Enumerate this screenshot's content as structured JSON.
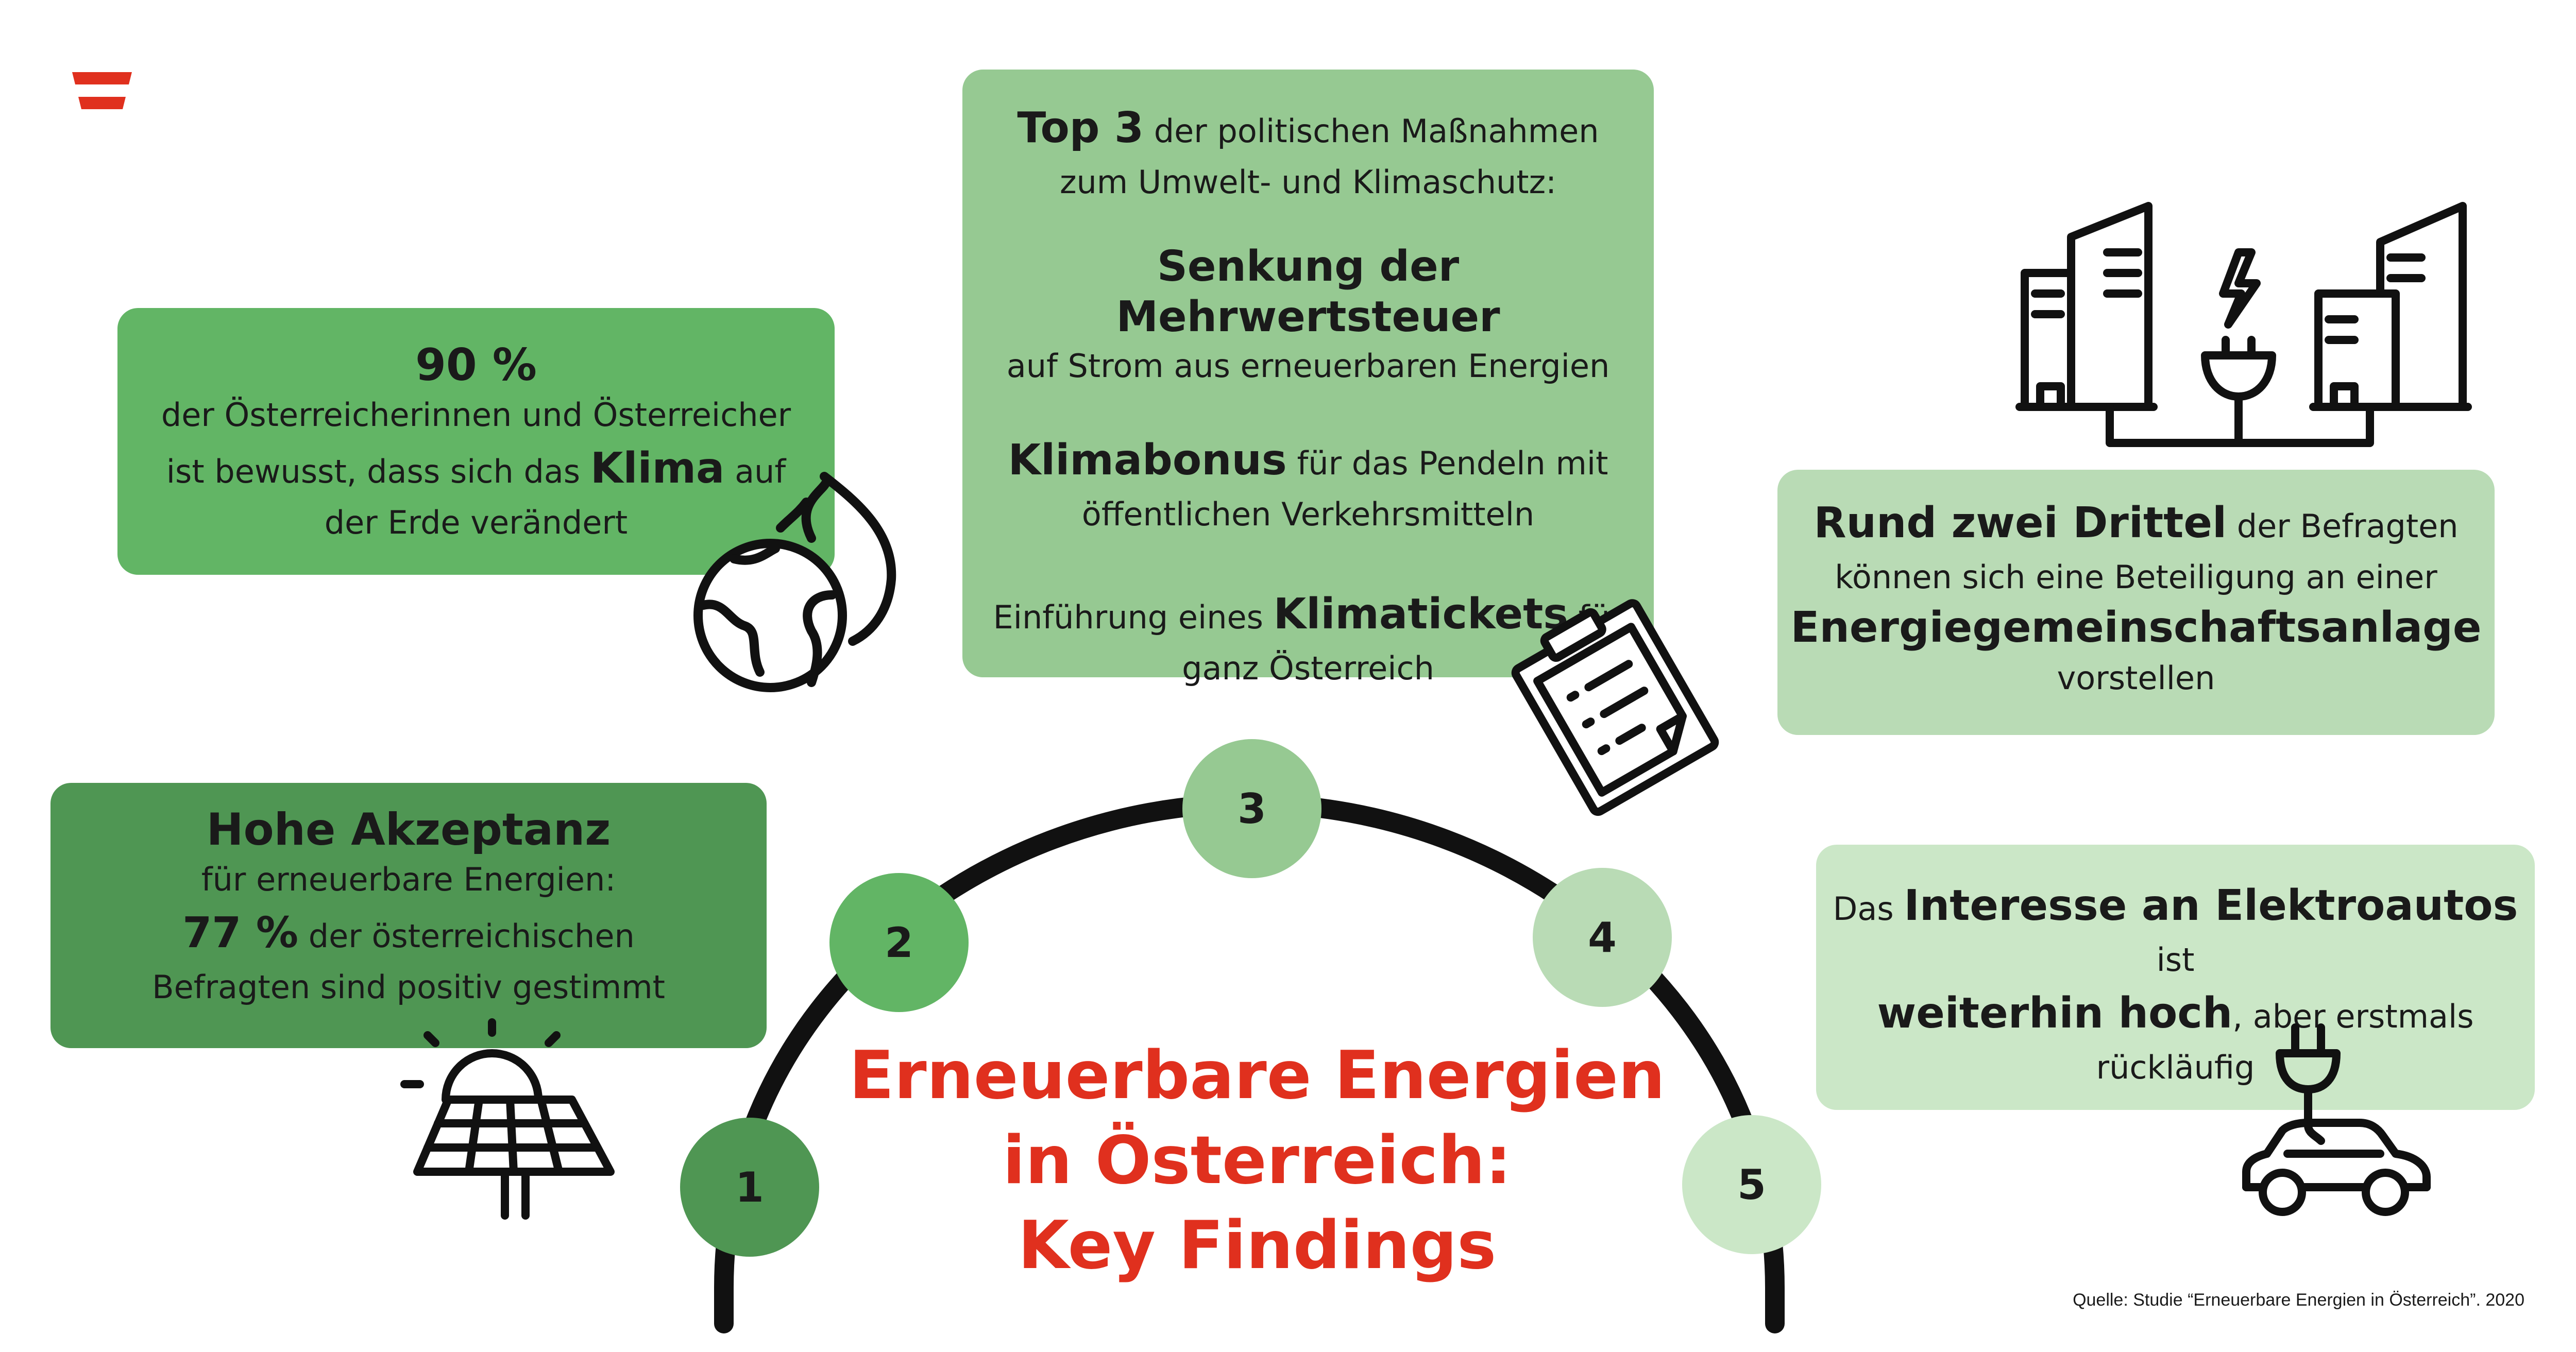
{
  "colors": {
    "accent_red": "#e0301e",
    "green_1": "#4f9653",
    "green_2": "#62b565",
    "green_3": "#96c992",
    "green_4": "#b9dbb5",
    "green_5": "#cbe7c7"
  },
  "title": {
    "line1": "Erneuerbare Energien",
    "line2": "in Österreich:",
    "line3": "Key Findings"
  },
  "nodes": [
    "1",
    "2",
    "3",
    "4",
    "5"
  ],
  "finding1": {
    "heading": "Hohe Akzeptanz",
    "line1": "für erneuerbare Energien:",
    "pct": "77 %",
    "line2_rest": " der österreichischen",
    "line3": "Befragten sind positiv gestimmt"
  },
  "finding2": {
    "pct": "90 %",
    "line1": "der Österreicherinnen und Österreicher",
    "line2_pre": "ist bewusst, dass sich das ",
    "line2_bold": "Klima",
    "line2_post": " auf",
    "line3": "der Erde verändert"
  },
  "finding3": {
    "head_bold": "Top 3",
    "head_rest": " der politischen Maßnahmen",
    "head_line2": "zum Umwelt- und Klimaschutz:",
    "m1_bold": "Senkung der Mehrwertsteuer",
    "m1_line": "auf Strom aus erneuerbaren Energien",
    "m2_bold": "Klimabonus",
    "m2_rest": " für das Pendeln mit",
    "m2_line": "öffentlichen Verkehrsmitteln",
    "m3_pre": "Einführung eines ",
    "m3_bold": "Klimatickets",
    "m3_post": " für",
    "m3_line": "ganz Österreich"
  },
  "finding4": {
    "bold": "Rund zwei Drittel",
    "rest": " der Befragten",
    "line2": "können sich eine Beteiligung an einer",
    "bold2": "Energiegemeinschaftsanlage",
    "line4": "vorstellen"
  },
  "finding5": {
    "pre": "Das ",
    "bold1": "Interesse an Elektroautos",
    "post1": " ist",
    "bold2": "weiterhin hoch",
    "post2": ", aber erstmals",
    "line3": "rückläufig"
  },
  "icons": [
    "austria-flag-icon",
    "globe-fire-icon",
    "solar-panel-icon",
    "clipboard-icon",
    "city-power-icon",
    "electric-car-icon"
  ],
  "source": "Quelle: Studie “Erneuerbare Energien in Österreich”. 2020"
}
